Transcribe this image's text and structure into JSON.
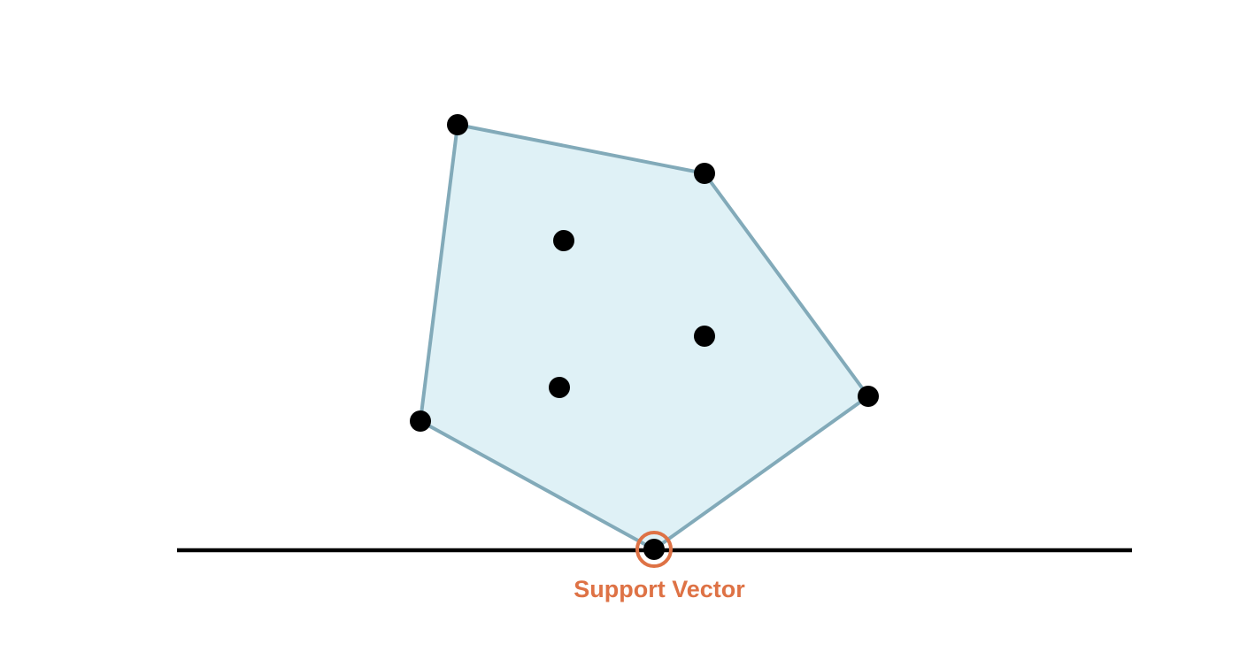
{
  "diagram": {
    "title": "",
    "support_label": "Support Vector"
  },
  "colors": {
    "background": "#ffffff",
    "hull_fill": "#dff1f6",
    "hull_stroke": "#82aab9",
    "point": "#000000",
    "baseline": "#000000",
    "highlight": "#de7245"
  },
  "shapes": {
    "hull": "convex-hull-polygon",
    "baseline": "separating-line",
    "highlight": "support-vector-ring"
  }
}
